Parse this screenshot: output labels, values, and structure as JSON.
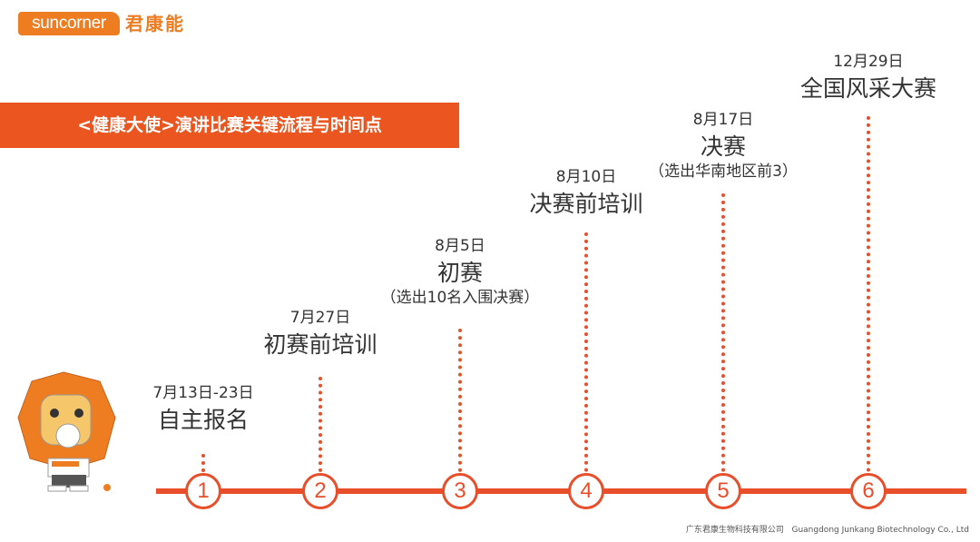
{
  "logo": {
    "brand": "suncorner",
    "chinese": "君康能"
  },
  "banner": {
    "title": "<健康大使>演讲比赛关键流程与时间点"
  },
  "steps": [
    {
      "number": "1",
      "date": "7月13日-23日",
      "title": "自主报名",
      "note": ""
    },
    {
      "number": "2",
      "date": "7月27日",
      "title": "初赛前培训",
      "note": ""
    },
    {
      "number": "3",
      "date": "8月5日",
      "title": "初赛",
      "note": "（选出10名入围决赛）"
    },
    {
      "number": "4",
      "date": "8月10日",
      "title": "决赛前培训",
      "note": ""
    },
    {
      "number": "5",
      "date": "8月17日",
      "title": "决赛",
      "note": "（选出华南地区前3）"
    },
    {
      "number": "6",
      "date": "12月29日",
      "title": "全国风采大赛",
      "note": ""
    }
  ],
  "footer": {
    "company_cn": "广东君康生物科技有限公司",
    "company_en": "Guangdong Junkang Biotechnology Co., Ltd"
  },
  "colors": {
    "accent": "#e94e2a",
    "banner": "#ea5520",
    "logo": "#ee7d22"
  }
}
